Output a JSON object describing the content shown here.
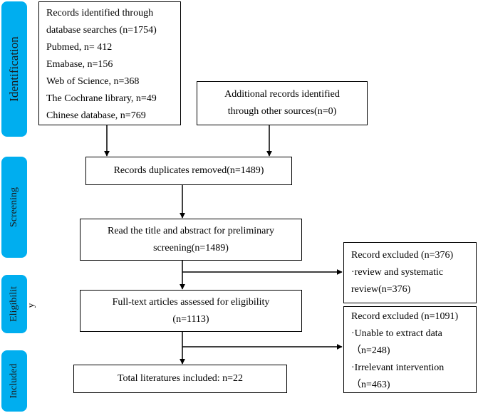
{
  "stages": {
    "identification": "Identification",
    "screening": "Screening",
    "eligibility": "Eligibilit",
    "eligibility_overflow": "y",
    "included": "Included"
  },
  "boxes": {
    "records_identified": [
      "Records identified through",
      "database searches (n=1754)",
      "Pubmed, n= 412",
      "Emabase, n=156",
      "Web of Science, n=368",
      "The Cochrane library, n=49",
      "Chinese database, n=769"
    ],
    "additional_records": [
      "Additional records identified",
      "through other sources(n=0)"
    ],
    "duplicates_removed": [
      "Records duplicates removed(n=1489)"
    ],
    "title_abstract": [
      "Read the title and abstract for preliminary",
      "screening(n=1489)"
    ],
    "excluded_first": [
      "Record excluded (n=376)",
      "·review and systematic",
      "review(n=376)"
    ],
    "full_text": [
      "Full-text articles assessed for eligibility",
      "(n=1113)"
    ],
    "excluded_second": [
      "Record excluded (n=1091)",
      "·Unable to extract data",
      "（n=248)",
      "·Irrelevant intervention",
      "（n=463)"
    ],
    "included_total": [
      "Total literatures included: n=22"
    ]
  },
  "colors": {
    "stage_fill": "#00aeef",
    "line": "#000000"
  }
}
